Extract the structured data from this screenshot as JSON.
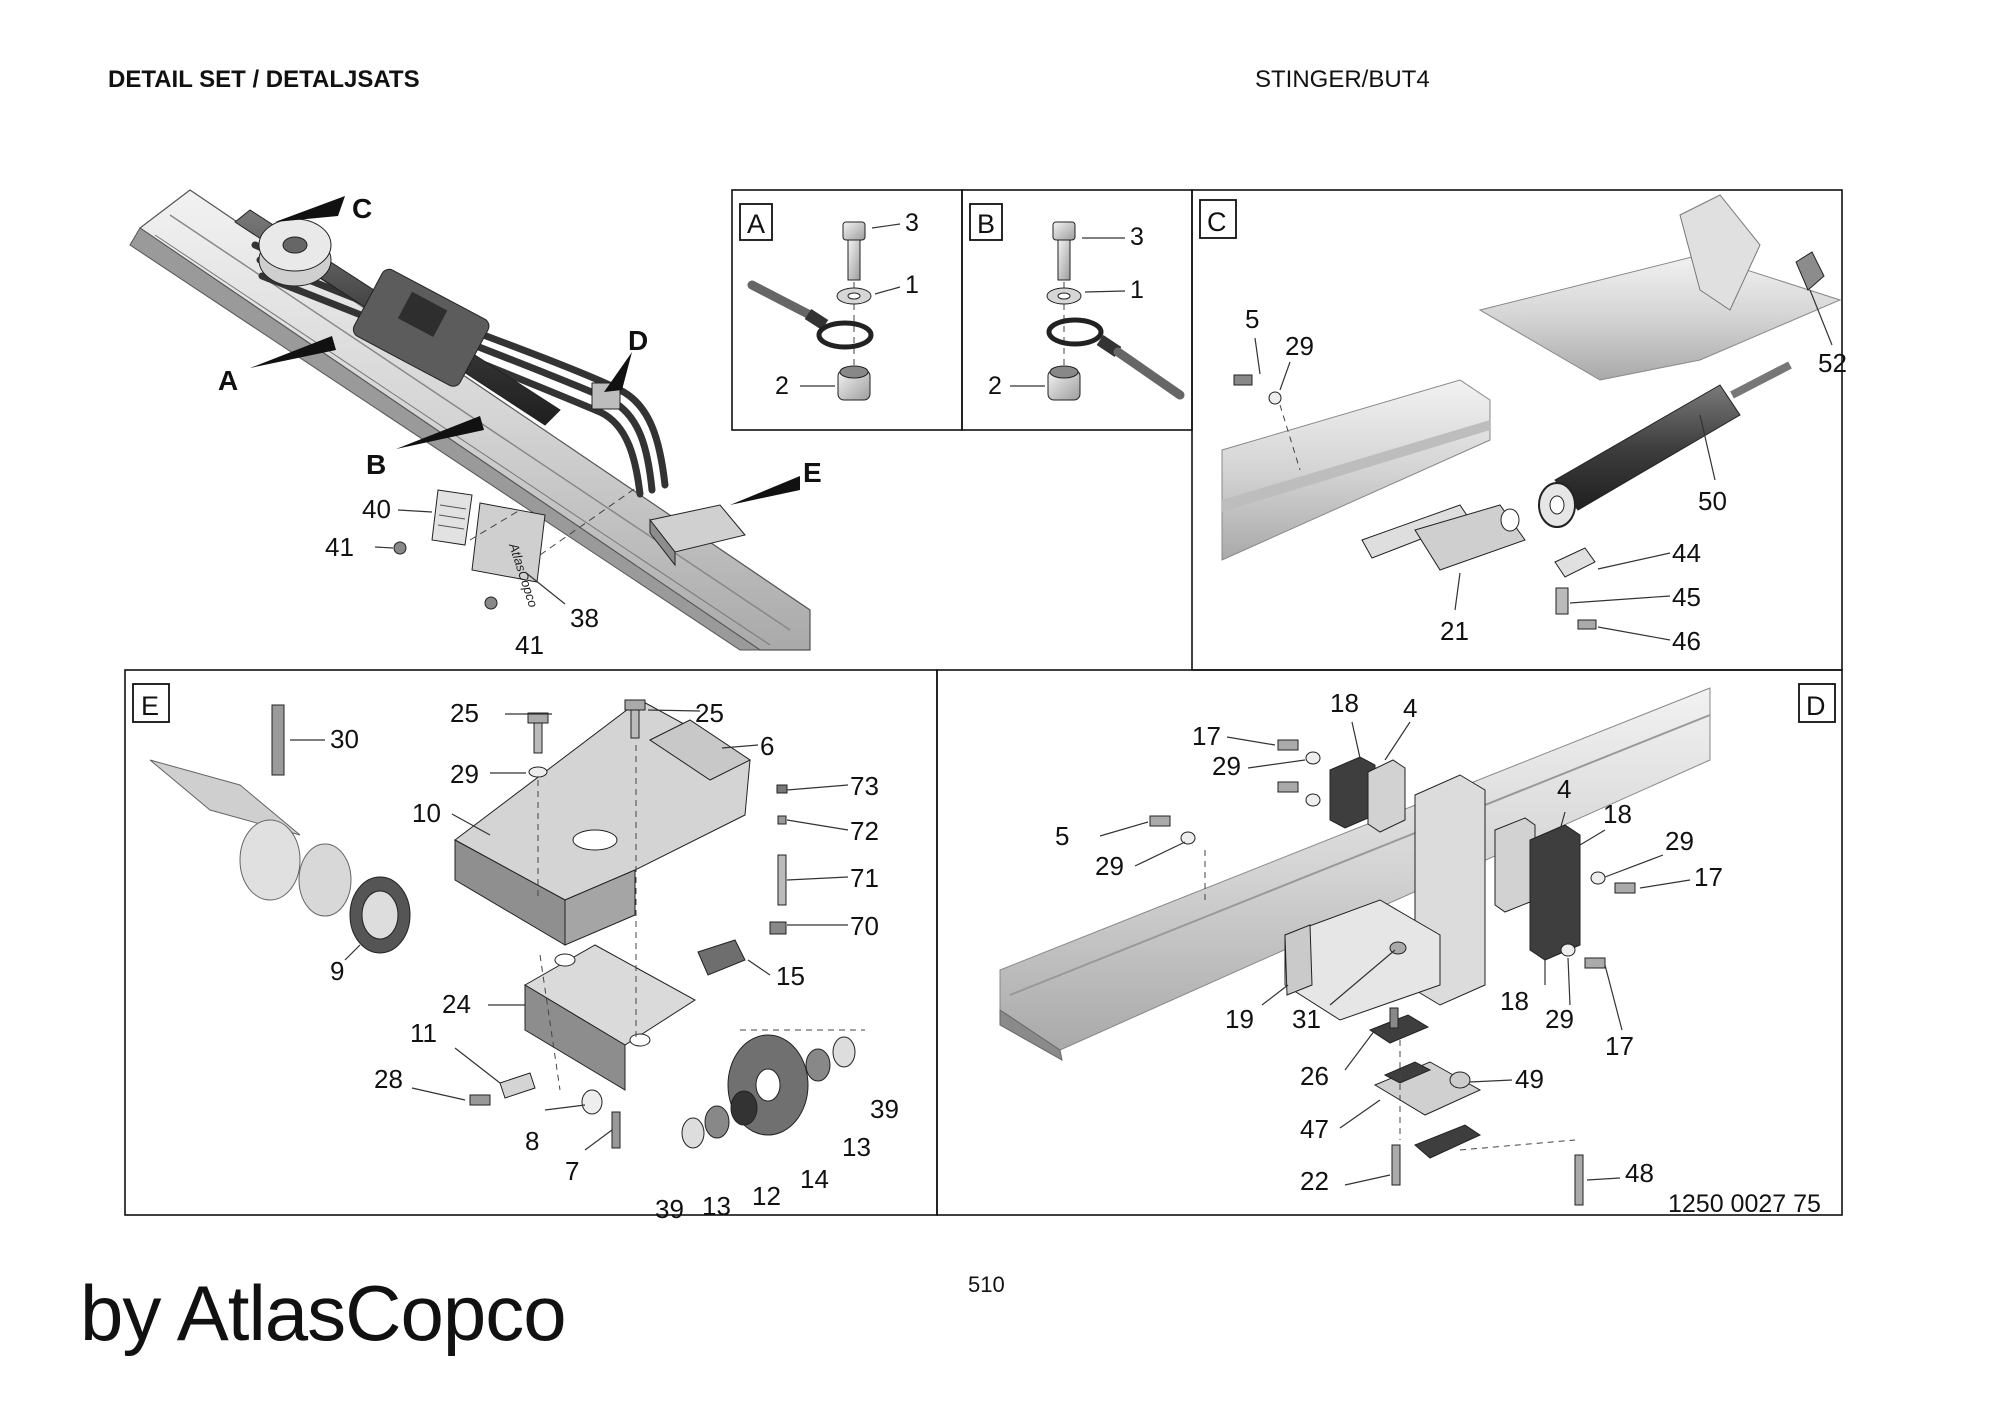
{
  "header": {
    "title": "DETAIL SET / DETALJSATS",
    "model": "STINGER/BUT4"
  },
  "footer": {
    "page_number": "510",
    "brand": "by AtlasCopco",
    "drawing_number": "1250 0027 75"
  },
  "overview": {
    "callouts": {
      "A": "A",
      "B": "B",
      "C": "C",
      "D": "D",
      "E": "E"
    },
    "parts": {
      "p40": "40",
      "p41a": "41",
      "p41b": "41",
      "p38": "38"
    },
    "plate_text": "AtlasCopco"
  },
  "panel_A": {
    "label": "A",
    "parts": {
      "p3": "3",
      "p1": "1",
      "p2": "2"
    }
  },
  "panel_B": {
    "label": "B",
    "parts": {
      "p3": "3",
      "p1": "1",
      "p2": "2"
    }
  },
  "panel_C": {
    "label": "C",
    "parts": {
      "p5": "5",
      "p29": "29",
      "p52": "52",
      "p50": "50",
      "p44": "44",
      "p45": "45",
      "p46": "46",
      "p21": "21"
    }
  },
  "panel_E": {
    "label": "E",
    "parts": {
      "p25a": "25",
      "p25b": "25",
      "p29": "29",
      "p30": "30",
      "p6": "6",
      "p10": "10",
      "p73": "73",
      "p72": "72",
      "p71": "71",
      "p70": "70",
      "p9": "9",
      "p15": "15",
      "p24": "24",
      "p11": "11",
      "p28": "28",
      "p8": "8",
      "p7": "7",
      "p39a": "39",
      "p13a": "13",
      "p12": "12",
      "p14": "14",
      "p13b": "13",
      "p39b": "39"
    }
  },
  "panel_D": {
    "label": "D",
    "parts": {
      "p18a": "18",
      "p4a": "4",
      "p17a": "17",
      "p29a": "29",
      "p5": "5",
      "p29b": "29",
      "p4b": "4",
      "p18b": "18",
      "p29c": "29",
      "p17b": "17",
      "p19": "19",
      "p31": "31",
      "p18c": "18",
      "p29d": "29",
      "p17c": "17",
      "p26": "26",
      "p49": "49",
      "p47": "47",
      "p22": "22",
      "p48": "48"
    }
  }
}
